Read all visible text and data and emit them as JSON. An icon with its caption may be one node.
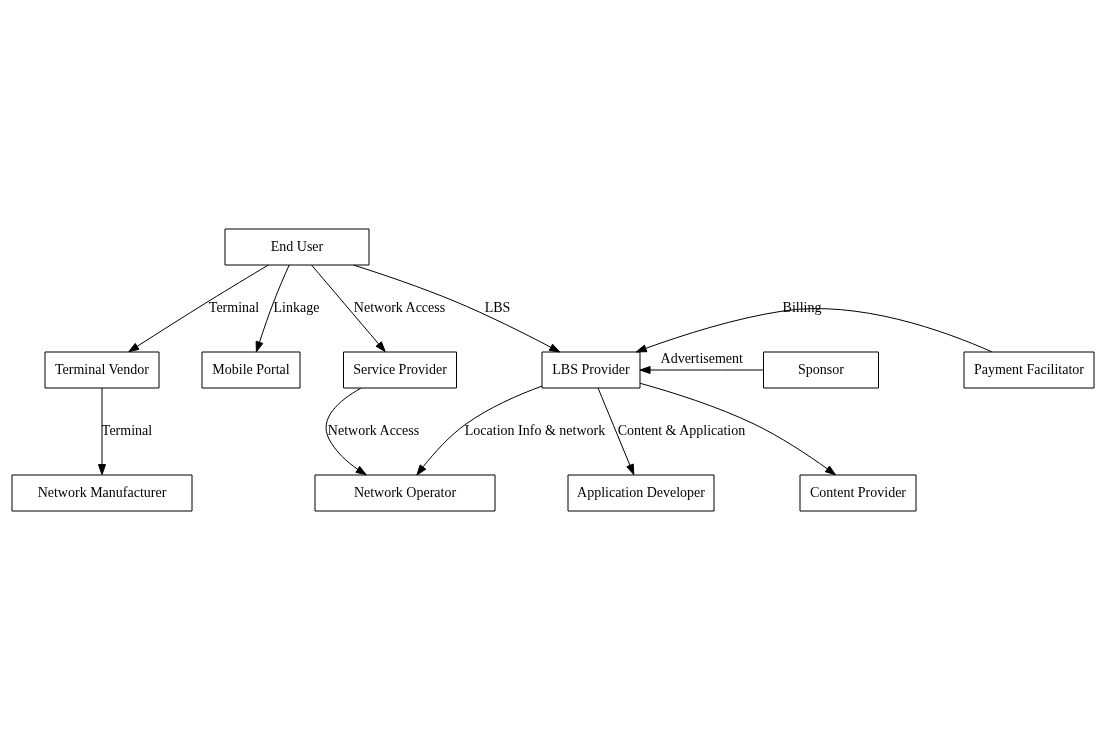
{
  "diagram": {
    "nodes": [
      {
        "text": [
          "End User"
        ]
      },
      {
        "text": [
          "Terminal Vendor"
        ]
      },
      {
        "text": [
          "Mobile Portal"
        ]
      },
      {
        "text": [
          "Service Provider"
        ]
      },
      {
        "text": [
          "LBS Provider"
        ]
      },
      {
        "text": [
          "Sponsor"
        ]
      },
      {
        "text": [
          "Payment Facilitator"
        ]
      },
      {
        "text": [
          "Network Operator"
        ]
      },
      {
        "text": [
          "Network Manufacturer"
        ]
      },
      {
        "text": [
          "Application Developer"
        ]
      },
      {
        "text": [
          "Content Provider"
        ]
      }
    ],
    "edges": [
      {
        "from": 0,
        "to": 1,
        "arrow": "to",
        "label": "Terminal"
      },
      {
        "from": 0,
        "to": 2,
        "arrow": "to",
        "label": "Linkage"
      },
      {
        "from": 0,
        "to": 3,
        "arrow": "to",
        "label": "Network Access"
      },
      {
        "from": 0,
        "to": 4,
        "arrow": "to",
        "label": "LBS"
      },
      {
        "from": 5,
        "to": 4,
        "arrow": "to",
        "label": "Advertisement"
      },
      {
        "from": 6,
        "to": 4,
        "arrow": "to",
        "label": "Billing"
      },
      {
        "from": 1,
        "to": 8,
        "arrow": "to",
        "label": "Terminal"
      },
      {
        "from": 3,
        "to": 7,
        "arrow": "to",
        "label": "Network Access"
      },
      {
        "from": 4,
        "to": 7,
        "arrow": "to",
        "label": "Location Info & network"
      },
      {
        "from": 4,
        "to": 9,
        "arrow": "to",
        "label": "Content & Application"
      },
      {
        "from": 4,
        "to": 10,
        "arrow": "to"
      }
    ]
  }
}
